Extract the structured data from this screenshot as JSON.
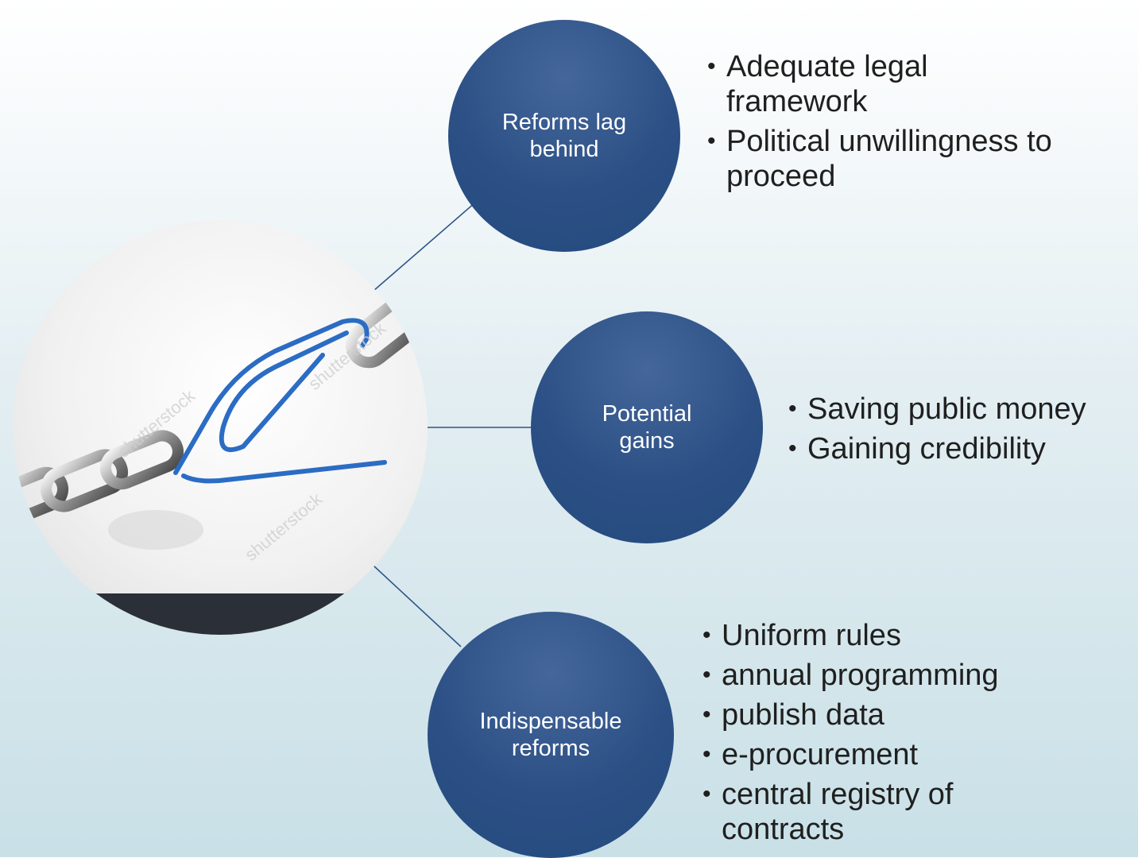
{
  "nodes": [
    {
      "label": "Reforms lag\nbehind",
      "bullets": [
        "Adequate legal framework",
        "Political unwillingness to proceed"
      ]
    },
    {
      "label": "Potential\ngains",
      "bullets": [
        "Saving public money",
        "Gaining credibility"
      ]
    },
    {
      "label": "Indispensable\nreforms",
      "bullets": [
        "Uniform rules",
        "annual programming",
        "publish data",
        "e-procurement",
        "central registry of contracts"
      ]
    }
  ],
  "photo": {
    "description_icon": "chain-with-paperclip-icon",
    "watermark": "shutterstock"
  },
  "colors": {
    "node": "#2c5085",
    "connector": "#2f5587",
    "paperclip": "#2b6cc4"
  }
}
